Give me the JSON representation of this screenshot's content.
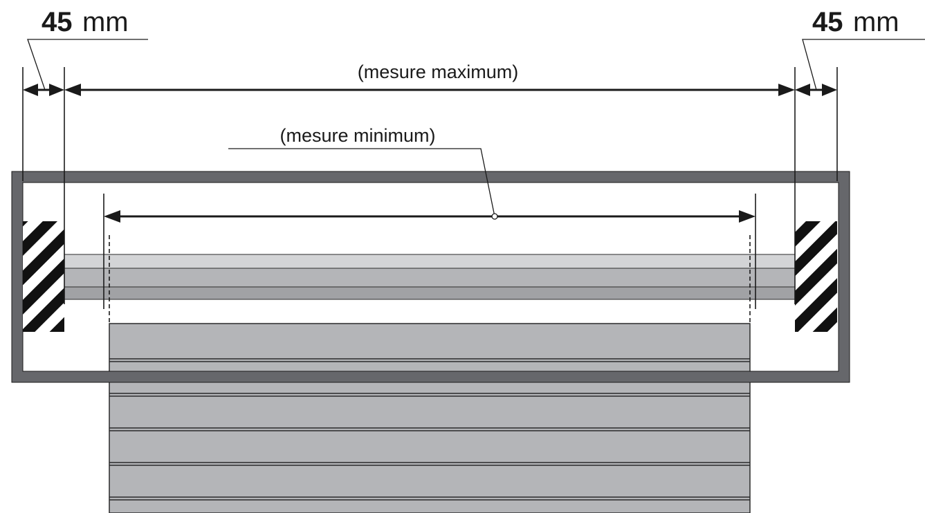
{
  "dimensions": {
    "left_clearance": {
      "value": "45",
      "unit": "mm"
    },
    "right_clearance": {
      "value": "45",
      "unit": "mm"
    },
    "maximum_label": "(mesure maximum)",
    "minimum_label": "(mesure minimum)"
  },
  "colors": {
    "frame": "#66676b",
    "rail_light": "#d3d4d6",
    "rail_mid": "#b4b5b8",
    "rail_dark": "#a1a2a5",
    "slat": "#b4b5b8",
    "slat_line": "#2a2a2a",
    "line": "#1a1a1a",
    "hatch_dark": "#111111",
    "hatch_light": "#ffffff"
  }
}
